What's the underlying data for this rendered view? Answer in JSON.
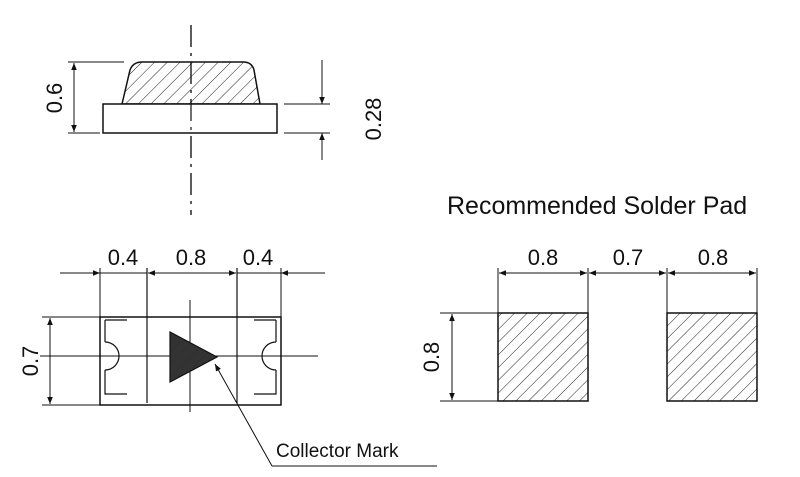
{
  "side_view": {
    "height_total": "0.6",
    "height_base": "0.28"
  },
  "top_view": {
    "width_left": "0.4",
    "width_center": "0.8",
    "width_right": "0.4",
    "height": "0.7",
    "collector_label": "Collector Mark"
  },
  "solder_pad": {
    "title": "Recommended Solder Pad",
    "pad_width_left": "0.8",
    "gap": "0.7",
    "pad_width_right": "0.8",
    "pad_height": "0.8"
  },
  "colors": {
    "line": "#111111",
    "fill_mark": "#444444"
  }
}
